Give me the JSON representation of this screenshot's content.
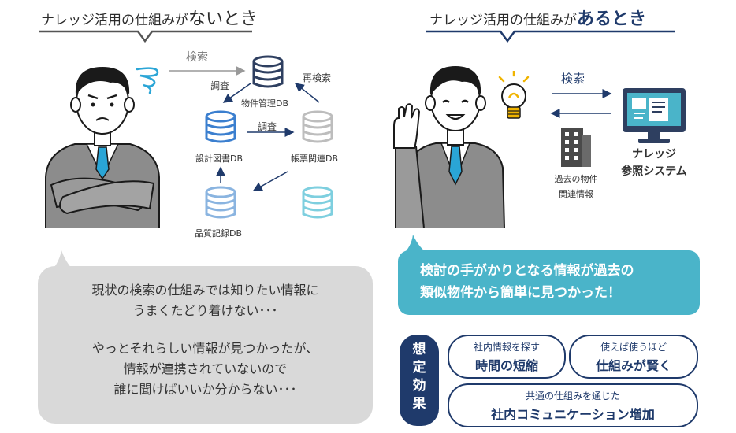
{
  "left": {
    "heading_prefix": "ナレッジ活用の仕組みが",
    "heading_emphasis": "ないとき",
    "labels": {
      "search": "検索",
      "research": "再検索",
      "investigate1": "調査",
      "investigate2": "調査",
      "db_property": "物件管理DB",
      "db_design": "設計図書DB",
      "db_forms": "帳票関連DB",
      "db_quality": "品質記録DB"
    },
    "bubble": {
      "line1": "現状の検索の仕組みでは知りたい情報に",
      "line2": "うまくたどり着けない･･･",
      "line3": "やっとそれらしい情報が見つかったが、",
      "line4": "情報が連携されていないので",
      "line5": "誰に聞けばいいか分からない･･･"
    }
  },
  "right": {
    "heading_prefix": "ナレッジ活用の仕組みが",
    "heading_emphasis": "あるとき",
    "labels": {
      "search": "検索",
      "past_info_line1": "過去の物件",
      "past_info_line2": "関連情報",
      "system_line1": "ナレッジ",
      "system_line2": "参照システム"
    },
    "bubble": {
      "line1": "検討の手がかりとなる情報が過去の",
      "line2": "類似物件から簡単に見つかった！"
    },
    "effects": {
      "title_chars": [
        "想",
        "定",
        "効",
        "果"
      ],
      "items": [
        {
          "small": "社内情報を探す",
          "big": "時間の短縮"
        },
        {
          "small": "使えば使うほど",
          "big": "仕組みが賢く"
        },
        {
          "small": "共通の仕組みを通じた",
          "big": "社内コミュニケーション増加"
        }
      ]
    }
  },
  "colors": {
    "navy": "#1f3a6b",
    "teal": "#4ab4c9",
    "gray_bubble": "#d9d9d9",
    "db_navy": "#2e3f60",
    "db_blue": "#3b7fcf",
    "db_gray": "#bdbdbd",
    "db_light_blue": "#8ab4e0",
    "db_cyan": "#7ecfdf",
    "suit": "#8c8c8c",
    "tie": "#2aa5d6"
  },
  "icons": [
    "database-icon",
    "confused-swirl-icon",
    "lightbulb-icon",
    "building-icon",
    "computer-monitor-icon",
    "businessman-crossed-arms",
    "businessman-waving"
  ]
}
